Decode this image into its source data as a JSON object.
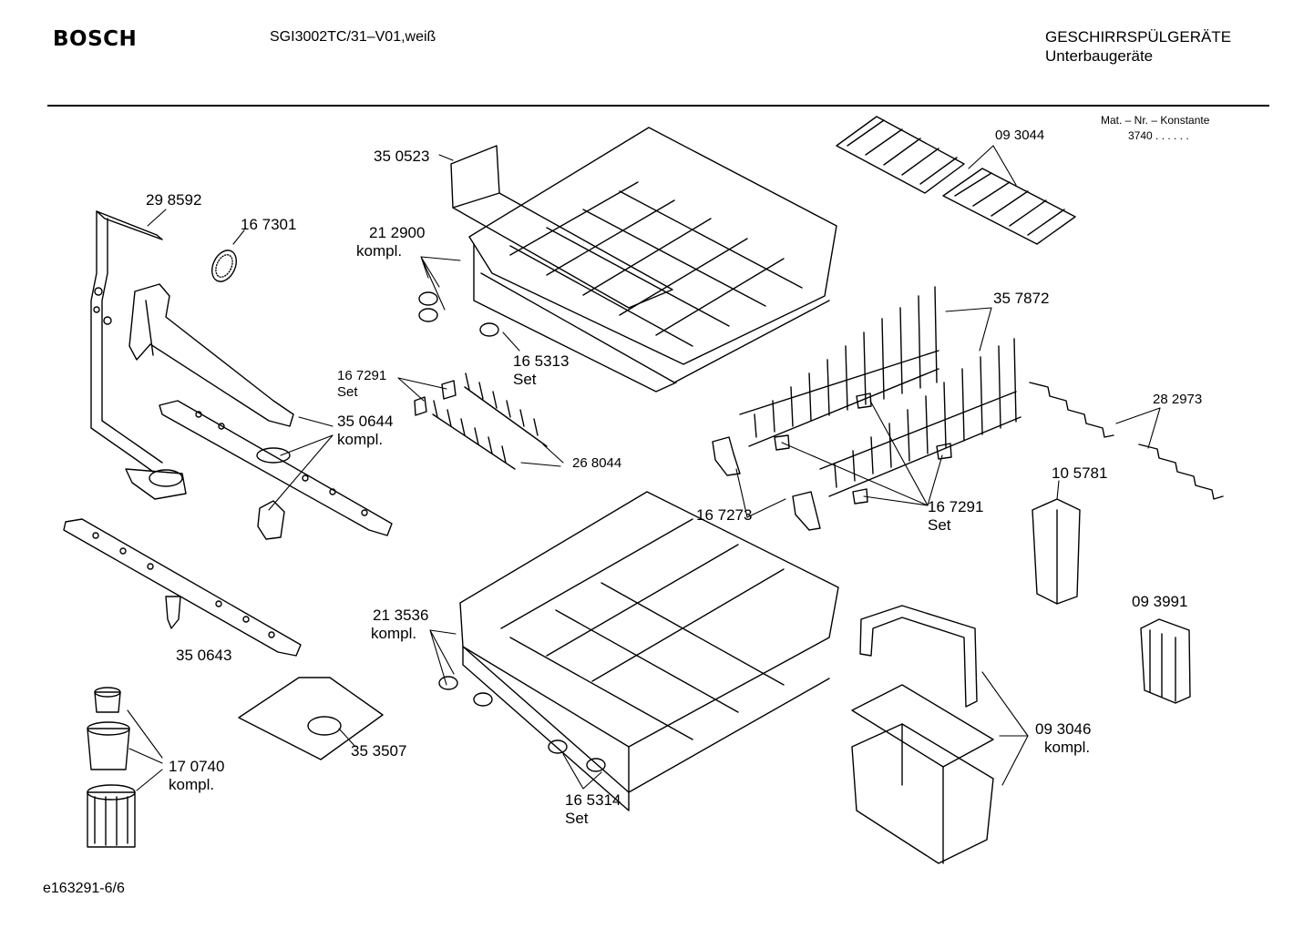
{
  "header": {
    "brand": "BOSCH",
    "model": "SGI3002TC/31–V01,weiß",
    "category": "GESCHIRRSPÜLGERÄTE",
    "subcategory": "Unterbaugeräte",
    "mat_label": "Mat. – Nr. – Konstante",
    "mat_value": "3740  .  .  .  .  .  ."
  },
  "footer": {
    "doc_id": "e163291-6/6"
  },
  "parts": [
    {
      "id": "p-298592",
      "number": "29 8592"
    },
    {
      "id": "p-167301",
      "number": "16 7301"
    },
    {
      "id": "p-350523",
      "number": "35 0523"
    },
    {
      "id": "p-212900",
      "number": "21 2900",
      "note": "kompl."
    },
    {
      "id": "p-165313",
      "number": "16 5313",
      "note": "Set"
    },
    {
      "id": "p-167291a",
      "number": "16 7291",
      "note": "Set"
    },
    {
      "id": "p-350644",
      "number": "35 0644",
      "note": "kompl."
    },
    {
      "id": "p-268044",
      "number": "26 8044"
    },
    {
      "id": "p-093044",
      "number": "09 3044"
    },
    {
      "id": "p-357872",
      "number": "35 7872"
    },
    {
      "id": "p-282973",
      "number": "28 2973"
    },
    {
      "id": "p-105781",
      "number": "10 5781"
    },
    {
      "id": "p-167273",
      "number": "16 7273"
    },
    {
      "id": "p-167291b",
      "number": "16 7291",
      "note": "Set"
    },
    {
      "id": "p-093991",
      "number": "09 3991"
    },
    {
      "id": "p-350643",
      "number": "35 0643"
    },
    {
      "id": "p-213536",
      "number": "21 3536",
      "note": "kompl."
    },
    {
      "id": "p-093046",
      "number": "09 3046",
      "note": "kompl."
    },
    {
      "id": "p-353507",
      "number": "35 3507"
    },
    {
      "id": "p-170740",
      "number": "17 0740",
      "note": "kompl."
    },
    {
      "id": "p-165314",
      "number": "16 5314",
      "note": "Set"
    }
  ]
}
